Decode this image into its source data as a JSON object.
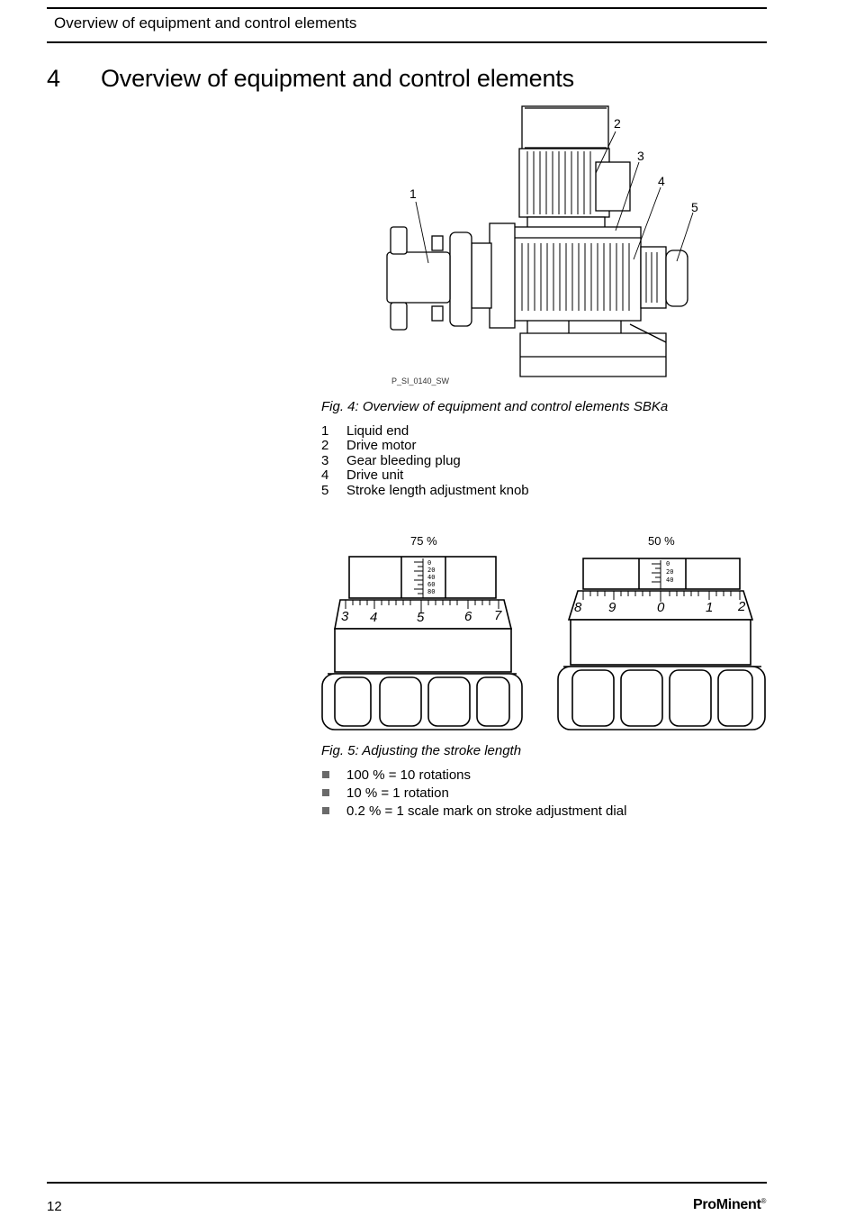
{
  "header": {
    "title": "Overview of equipment and control elements"
  },
  "chapter": {
    "number": "4",
    "title": "Overview of equipment and control elements"
  },
  "figure4": {
    "callouts": [
      "1",
      "2",
      "3",
      "4",
      "5"
    ],
    "image_ref": "P_SI_0140_SW",
    "caption": "Fig. 4: Overview of equipment and control elements SBKa",
    "legend": [
      {
        "num": "1",
        "label": "Liquid end"
      },
      {
        "num": "2",
        "label": "Drive motor"
      },
      {
        "num": "3",
        "label": "Gear bleeding plug"
      },
      {
        "num": "4",
        "label": "Drive unit"
      },
      {
        "num": "5",
        "label": "Stroke length adjustment knob"
      }
    ]
  },
  "figure5": {
    "left_dial": {
      "percent_label": "75 %",
      "scale_labels": [
        "0",
        "20",
        "40",
        "60",
        "80"
      ],
      "dial_numbers": [
        "3",
        "4",
        "5",
        "6",
        "7"
      ]
    },
    "right_dial": {
      "percent_label": "50 %",
      "scale_labels": [
        "0",
        "20",
        "40"
      ],
      "dial_numbers": [
        "8",
        "9",
        "0",
        "1",
        "2"
      ]
    },
    "caption": "Fig. 5: Adjusting the stroke length",
    "bullets": [
      "100 % = 10 rotations",
      "10 % = 1 rotation",
      "0.2 % = 1 scale mark on stroke adjustment dial"
    ]
  },
  "footer": {
    "page_number": "12",
    "brand": "ProMinent",
    "brand_mark": "®"
  }
}
